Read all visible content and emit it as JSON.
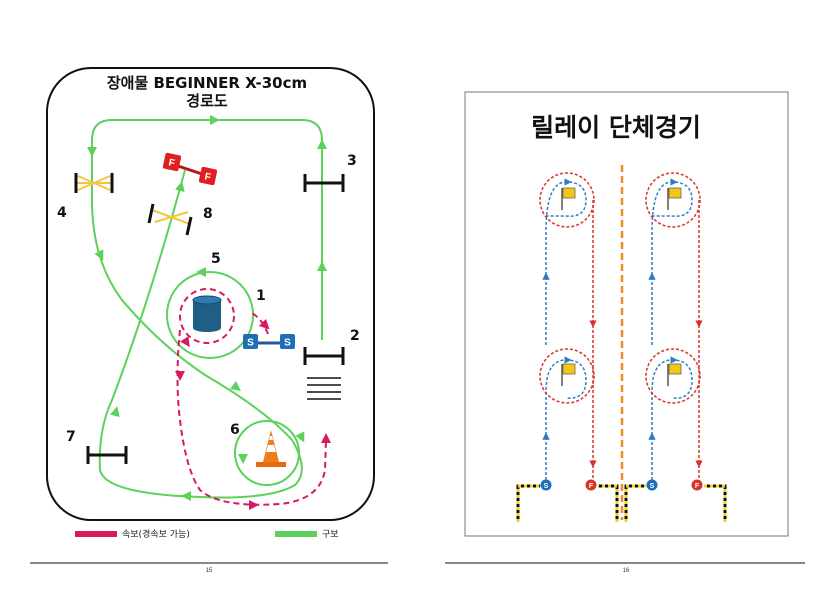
{
  "left_page": {
    "title_line1": "장애물 BEGINNER X-30cm",
    "title_line2": "경로도",
    "obstacle_numbers": [
      "1",
      "2",
      "3",
      "4",
      "5",
      "6",
      "7",
      "8"
    ],
    "start_marker": "S",
    "finish_marker": "F",
    "legend": {
      "fast_label": "속보(경속보 가능)",
      "walk_label": "구보",
      "fast_color": "#d81b60",
      "walk_color": "#5cd15c"
    },
    "page_number": "15"
  },
  "right_page": {
    "title": "릴레이 단체경기",
    "start_marker": "S",
    "finish_marker": "F",
    "blue_color": "#2e7fc1",
    "red_color": "#d9342b",
    "page_number": "16"
  }
}
